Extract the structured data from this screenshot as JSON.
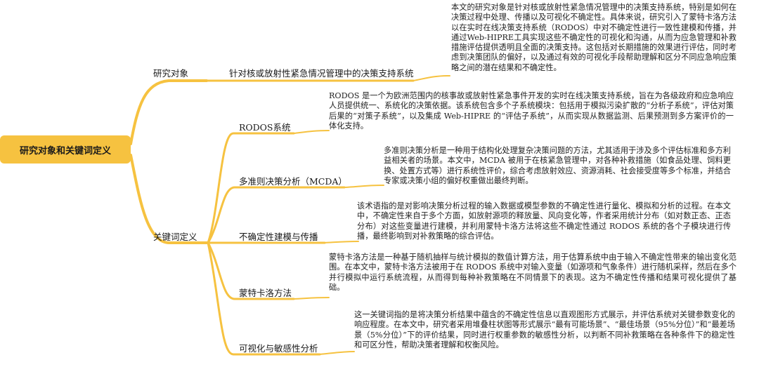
{
  "root": "研究对象和关键词定义",
  "branches": [
    {
      "label": "研究对象",
      "child": "针对核或放射性紧急情况管理中的决策支持系统",
      "desc": "本文的研究对象是针对核或放射性紧急情况管理中的决策支持系统，特别是如何在决策过程中处理、传播以及可视化不确定性。具体来说，研究引入了蒙特卡洛方法以在实时在线决策支持系统（RODOS）中对不确定性进行一致性建模和传播，并通过Web-HIPRE工具实现这些不确定性的可视化和沟通，从而为应急管理和补救措施评估提供透明且全面的决策支持。这包括对长期措施的效果进行评估，同时考虑到决策团队的偏好，以及通过有效的可视化手段帮助理解和区分不同应急响应策略之间的潜在结果和不确定性。"
    },
    {
      "label": "关键词定义",
      "children": [
        {
          "label": "RODOS系统",
          "desc": "RODOS 是一个为欧洲范围内的核事故或放射性紧急事件开发的实时在线决策支持系统，旨在为各级政府和应急响应人员提供统一、系统化的决策依据。该系统包含多个子系统模块：包括用于模拟污染扩散的“分析子系统”，评估对策后果的“对策子系统”，以及集成 Web-HIPRE 的“评估子系统”，从而实现从数据监测、后果预测到多方案评价的一体化支持。"
        },
        {
          "label": "多准则决策分析（MCDA）",
          "desc": "多准则决策分析是一种用于结构化处理复杂决策问题的方法，尤其适用于涉及多个评估标准和多方利益相关者的场景。本文中，MCDA 被用于在核紧急管理中，对各种补救措施（如食品处理、饲料更换、处置方式等）进行系统性评价，综合考虑放射效应、资源消耗、社会接受度等多个标准，并结合专家或决策小组的偏好权重做出最终判断。"
        },
        {
          "label": "不确定性建模与传播",
          "desc": "该术语指的是对影响决策分析过程的输入数据或模型参数的不确定性进行量化、模拟和分析的过程。在本文中，不确定性来自于多个方面，如放射源项的释放量、风向变化等，作者采用统计分布（如对数正态、正态分布）对这些变量进行建模，并利用蒙特卡洛方法将这些不确定性通过 RODOS 系统的各个子模块进行传播，最终影响到对补救策略的综合评估。"
        },
        {
          "label": "蒙特卡洛方法",
          "desc": "蒙特卡洛方法是一种基于随机抽样与统计模拟的数值计算方法，用于估算系统中由于输入不确定性带来的输出变化范围。在本文中，蒙特卡洛方法被用于在 RODOS 系统中对输入变量（如源项和气象条件）进行随机采样，然后在多个并行模拟中运行系统流程，从而得到每种补救策略在不同情景下的表现。这为不确定性传播和结果可视化提供了基础。"
        },
        {
          "label": "可视化与敏感性分析",
          "desc": "这一关键词指的是将决策分析结果中蕴含的不确定性信息以直观图形方式展示，并评估系统对关键参数变化的响应程度。在本文中，研究者采用堆叠柱状图等形式展示“最有可能场景”、“最佳场景（95%分位）”和“最差场景（5%分位）”下的评价结果，同时进行权重参数的敏感性分析，以判断不同补救策略在各种条件下的稳定性和可区分性，帮助决策者理解和权衡风险。"
        }
      ]
    }
  ],
  "colors": {
    "line": "#f6c240",
    "root_fill": "#f6c240"
  }
}
